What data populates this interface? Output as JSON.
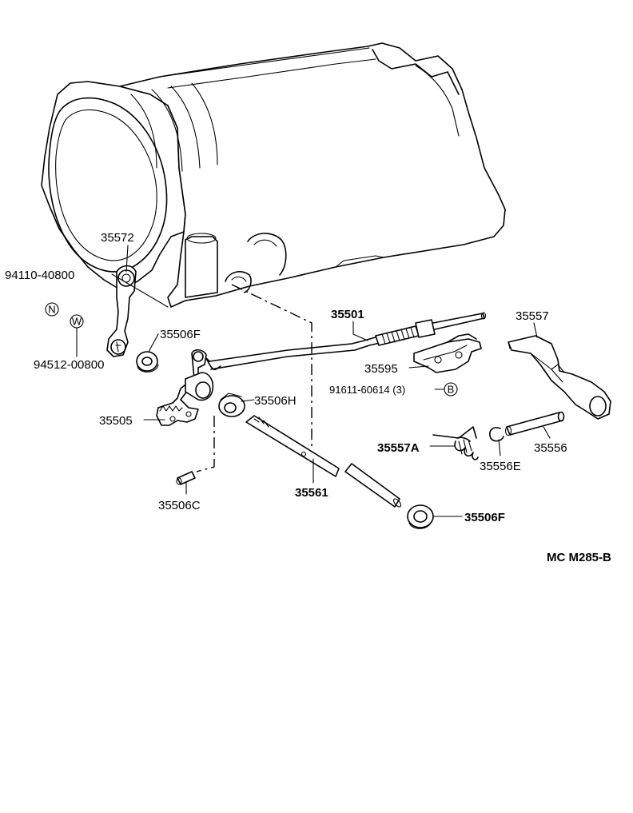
{
  "diagram": {
    "figure_code": "MC M285-B",
    "labels": {
      "p35572": "35572",
      "p94110": "94110-40800",
      "symN": "N",
      "symW": "W",
      "p94512": "94512-00800",
      "p35506F_top": "35506F",
      "p35505": "35505",
      "p35506H": "35506H",
      "p35506C": "35506C",
      "p35561": "35561",
      "p35506F_bottom": "35506F",
      "p35501": "35501",
      "p35595": "35595",
      "p91611": "91611-60614 (3)",
      "symB": "B",
      "p35557": "35557",
      "p35557A": "35557A",
      "p35556": "35556",
      "p35556E": "35556E"
    }
  }
}
